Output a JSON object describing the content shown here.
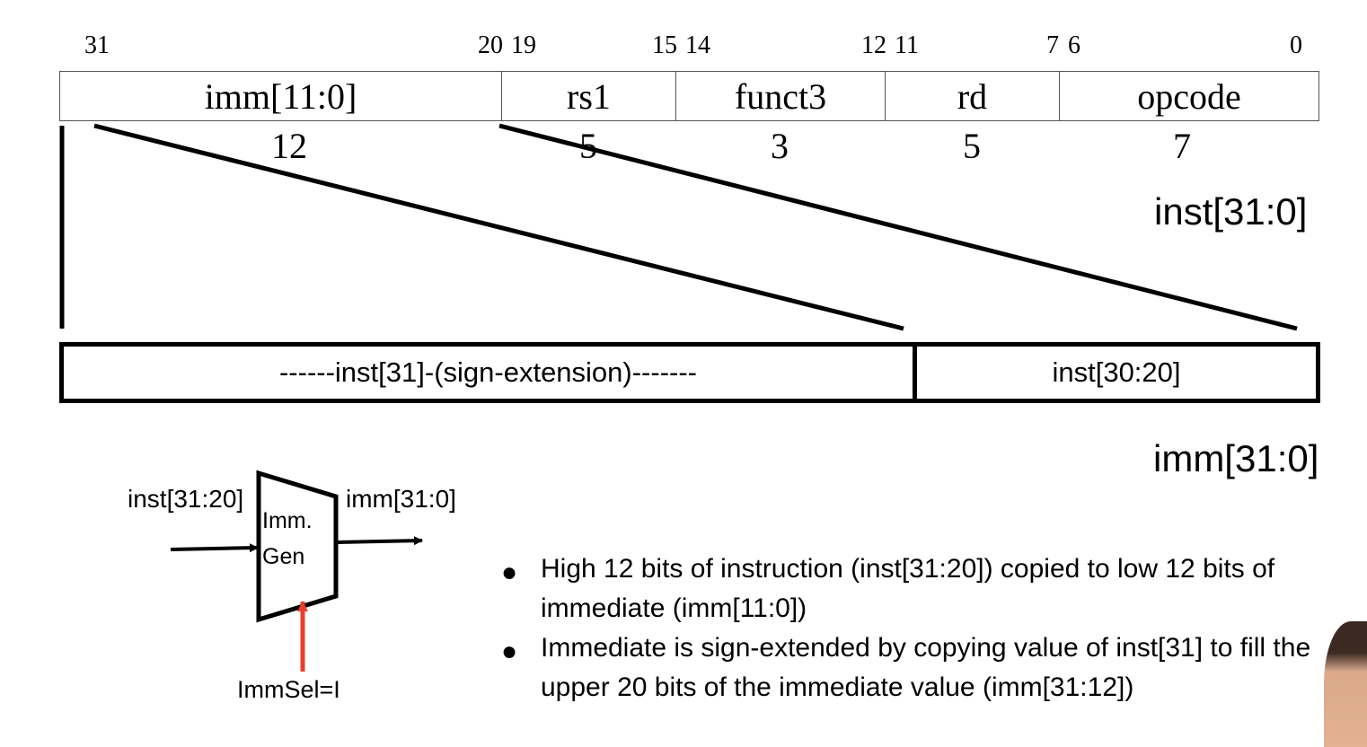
{
  "instruction_format": {
    "bit_numbers": [
      "31",
      "20",
      "19",
      "15",
      "14",
      "12",
      "11",
      "7",
      "6",
      "0"
    ],
    "fields": [
      {
        "name": "imm[11:0]",
        "width": "12"
      },
      {
        "name": "rs1",
        "width": "5"
      },
      {
        "name": "funct3",
        "width": "3"
      },
      {
        "name": "rd",
        "width": "5"
      },
      {
        "name": "opcode",
        "width": "7"
      }
    ],
    "label": "inst[31:0]"
  },
  "immediate": {
    "sign_ext_label": "------inst[31]-(sign-extension)-------",
    "low_label": "inst[30:20]",
    "label": "imm[31:0]"
  },
  "immgen": {
    "input_label": "inst[31:20]",
    "block_label_line1": "Imm.",
    "block_label_line2": "Gen",
    "output_label": "imm[31:0]",
    "select_label": "ImmSel=I",
    "select_arrow_color": "#e8402f"
  },
  "bullets": [
    "High 12 bits of instruction (inst[31:20]) copied to low 12 bits of immediate (imm[11:0])",
    "Immediate is sign-extended by copying value of inst[31] to fill the upper 20 bits of the immediate value (imm[31:12])"
  ]
}
